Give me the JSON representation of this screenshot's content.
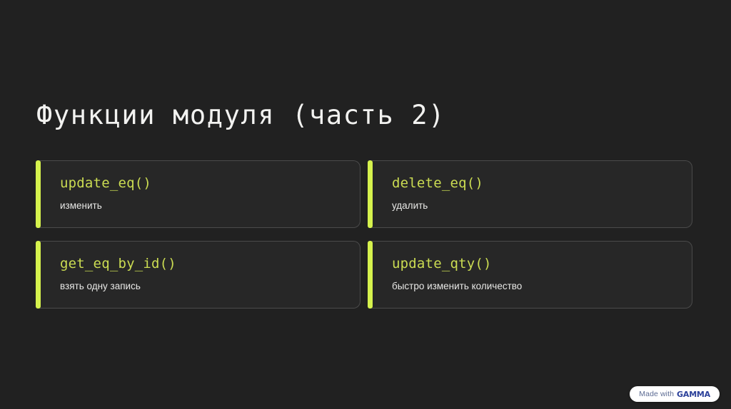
{
  "slide": {
    "title": "Функции модуля (часть 2)",
    "background_color": "#212121",
    "title_color": "#f2f2f0",
    "accent_color": "#d6f24d",
    "fn_name_color": "#cbdc52",
    "card_bg_color": "#272727",
    "card_border_color": "#4b4b4b",
    "desc_color": "#e8e8e6"
  },
  "cards": [
    {
      "fn": "update_eq()",
      "desc": "изменить"
    },
    {
      "fn": "delete_eq()",
      "desc": "удалить"
    },
    {
      "fn": "get_eq_by_id()",
      "desc": "взять одну запись"
    },
    {
      "fn": "update_qty()",
      "desc": "быстро изменить количество"
    }
  ],
  "badge": {
    "made_with": "Made with",
    "brand": "GAMMA",
    "text_color": "#5c6b93",
    "brand_color": "#2a3f99",
    "bg_color": "#ffffff"
  }
}
